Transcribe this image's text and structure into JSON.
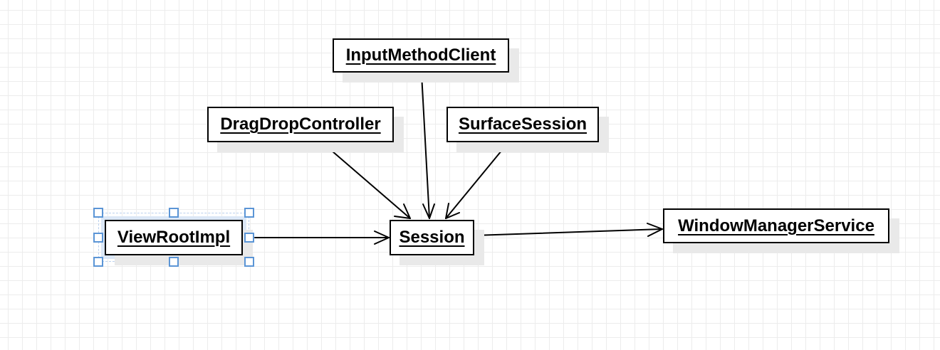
{
  "nodes": {
    "input_method_client": "InputMethodClient",
    "drag_drop_controller": "DragDropController",
    "surface_session": "SurfaceSession",
    "view_root_impl": "ViewRootImpl",
    "session": "Session",
    "window_manager_service": "WindowManagerService"
  },
  "edges": [
    {
      "from": "drag_drop_controller",
      "to": "session"
    },
    {
      "from": "input_method_client",
      "to": "session"
    },
    {
      "from": "surface_session",
      "to": "session"
    },
    {
      "from": "view_root_impl",
      "to": "session"
    },
    {
      "from": "session",
      "to": "window_manager_service"
    }
  ],
  "selected_node": "view_root_impl",
  "colors": {
    "line": "#000000",
    "selection": "#5b95d6",
    "grid": "#ececec"
  }
}
